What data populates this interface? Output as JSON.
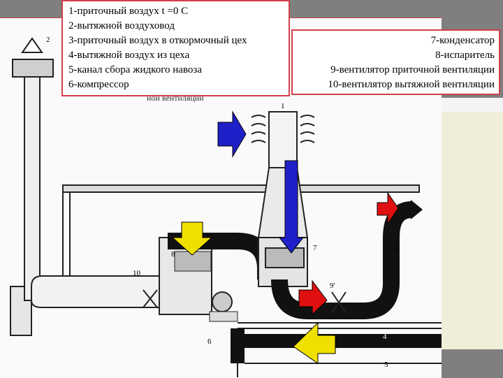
{
  "legend_left": [
    "1-приточный воздух t =0 С",
    "2-вытяжной воздуховод",
    "3-приточный воздух в откормочный цех",
    "4-вытяжной воздух из цеха",
    "5-канал сбора жидкого навоза",
    "6-компрессор"
  ],
  "legend_right": [
    "7-конденсатор",
    "8-испаритель",
    "9-вентилятор приточной вентиляции",
    "10-вентилятор вытяжной вентиляции"
  ],
  "labels": {
    "n1": "1",
    "n2": "2",
    "n3": "3",
    "n4": "4",
    "n5": "5",
    "n6": "6",
    "n7": "7",
    "n8": "8",
    "n9": "9'",
    "n10": "10",
    "caption": "ной вентиляции"
  },
  "colors": {
    "legend_border": "#d0404a",
    "arrow_blue": "#2020c8",
    "arrow_yellow": "#f0e000",
    "arrow_red": "#e01010",
    "duct": "#111111"
  }
}
